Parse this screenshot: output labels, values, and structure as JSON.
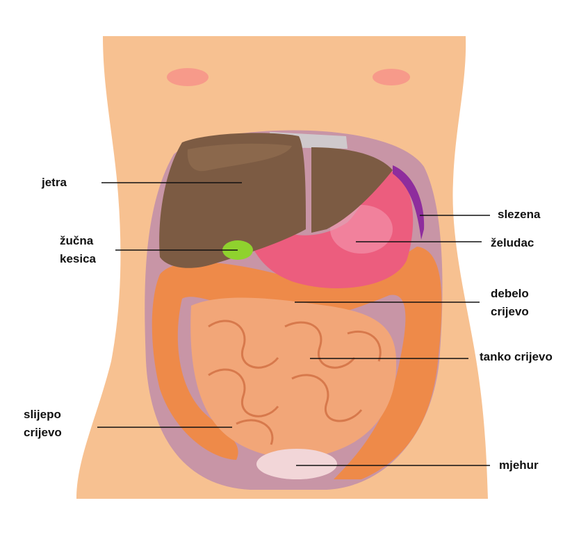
{
  "colors": {
    "skin": "#f7c191",
    "skin_shadow": "#e9a979",
    "cavity": "#c895a6",
    "liver": "#7c5b43",
    "liver_highlight": "#9a7556",
    "gallbladder": "#8fd22e",
    "stomach": "#ec5d7e",
    "stomach_light": "#f59ab1",
    "spleen": "#8e2d9d",
    "colon": "#ee8a49",
    "colon_dark": "#d9672c",
    "small_intestine": "#f2a678",
    "small_intestine_dark": "#d7794c",
    "bladder": "#f2d6d8",
    "nipple": "#f79a8a",
    "label_text": "#111111"
  },
  "labels": {
    "liver": "jetra",
    "gallbladder": [
      "žučna",
      "kesica"
    ],
    "spleen": "slezena",
    "stomach": "želudac",
    "colon": [
      "debelo",
      "crijevo"
    ],
    "small_intestine": "tanko crijevo",
    "cecum": [
      "slijepo",
      "crijevo"
    ],
    "bladder": "mjehur"
  }
}
